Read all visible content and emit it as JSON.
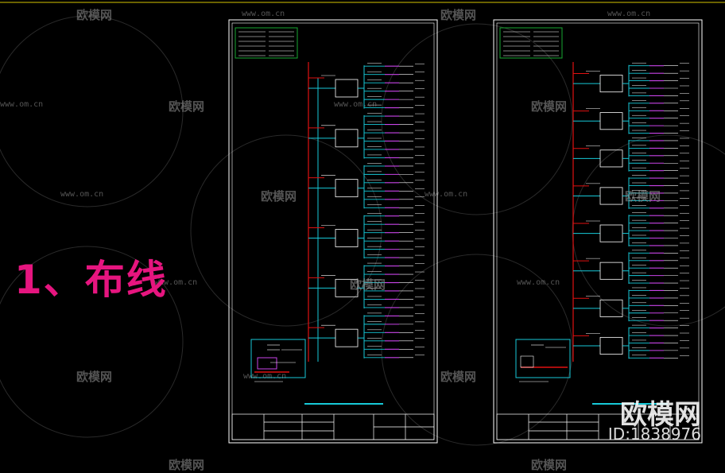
{
  "heading": "1、布线",
  "watermark": {
    "brand": "欧模网",
    "url": "www.om.cn",
    "id": "ID:1838976",
    "color": "#9a9a9a"
  },
  "colors": {
    "background": "#000000",
    "frame": "#ffffff",
    "top_border": "#d4c400",
    "feeder_red": "#e01010",
    "branch_cyan": "#17c9d8",
    "circuit_magenta": "#c844e8",
    "legend_green": "#19a832",
    "heading_pink": "#e6157f"
  },
  "drawings": [
    {
      "id": "left-sheet",
      "boxes": 6,
      "circuits_per_box": 6
    },
    {
      "id": "right-sheet",
      "boxes": 8,
      "circuits_per_box": 5
    }
  ]
}
